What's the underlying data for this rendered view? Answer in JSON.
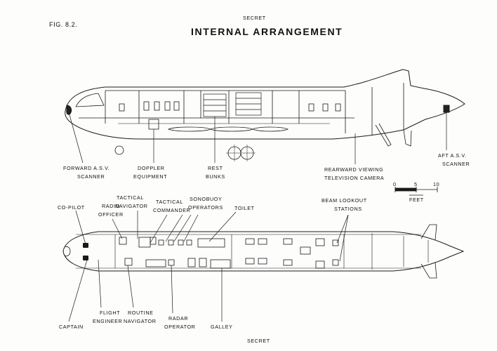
{
  "header": {
    "secret_top": "SECRET",
    "figure": "FIG. 8.2.",
    "title": "INTERNAL ARRANGEMENT",
    "secret_bottom": "SECRET"
  },
  "side_view_labels": {
    "forward_asv_1": "FORWARD A.S.V.",
    "forward_asv_2": "SCANNER",
    "doppler_1": "DOPPLER",
    "doppler_2": "EQUIPMENT",
    "rest_1": "REST",
    "rest_2": "BUNKS",
    "rearward_1": "REARWARD VIEWING",
    "rearward_2": "TELEVISION CAMERA",
    "aft_asv_1": "AFT A.S.V.",
    "aft_asv_2": "SCANNER"
  },
  "scale": {
    "ticks": [
      "0",
      "5",
      "10"
    ],
    "unit": "FEET"
  },
  "plan_view_labels": {
    "copilot": "CO-PILOT",
    "radio_1": "RADIO",
    "radio_2": "OFFICER",
    "tac_nav_1": "TACTICAL",
    "tac_nav_2": "NAVIGATOR",
    "tac_cmd_1": "TACTICAL",
    "tac_cmd_2": "COMMANDER",
    "sonobuoy_1": "SONOBUOY",
    "sonobuoy_2": "OPERATORS",
    "toilet": "TOILET",
    "beam_1": "BEAM LOOKOUT",
    "beam_2": "STATIONS",
    "captain": "CAPTAIN",
    "flight_eng_1": "FLIGHT",
    "flight_eng_2": "ENGINEER",
    "routine_1": "ROUTINE",
    "routine_2": "NAVIGATOR",
    "radar_1": "RADAR",
    "radar_2": "OPERATOR",
    "galley": "GALLEY"
  }
}
